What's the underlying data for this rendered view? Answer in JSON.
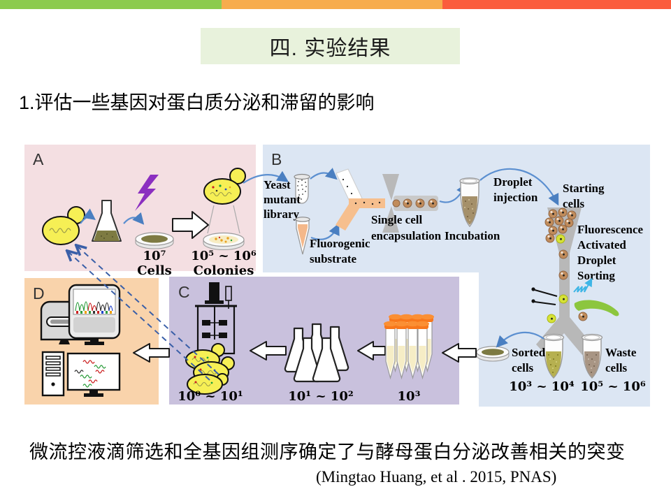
{
  "slide": {
    "title": "四. 实验结果",
    "subtitle": "1.评估一些基因对蛋白质分泌和滞留的影响",
    "caption": "微流控液滴筛选和全基因组测序确定了与酵母蛋白分泌改善相关的突变",
    "citation": "(Mingtao Huang, et al . 2015, PNAS)",
    "accent_colors": {
      "bar_green": "#8CCB4E",
      "bar_orange": "#F7AC4C",
      "bar_red": "#FB5D3D",
      "title_bg": "#E8F2DC"
    }
  },
  "figure": {
    "colors": {
      "panel_a": "#F4DFE2",
      "panel_b": "#DCE6F3",
      "panel_c": "#C9C1DD",
      "panel_d": "#F9D3AB",
      "yeast_yellow": "#F6EF55",
      "droplet_brown": "#C18C5B",
      "droplet_positive": "#D6E236",
      "arrow_blue": "#5B8FD0",
      "dashed_blue": "#3A5FA8",
      "laser_cyan": "#3DB5E6",
      "lightning_purple": "#8B2FC0",
      "cap_orange": "#F8771B"
    },
    "panels": {
      "a": {
        "letter": "A",
        "cells_value": "10⁷",
        "cells_label": "Cells",
        "colonies_value": "10⁵ ~ 10⁶",
        "colonies_label": "Colonies"
      },
      "b": {
        "letter": "B",
        "yeast_library": [
          "Yeast",
          "mutant",
          "library"
        ],
        "fluorogenic": [
          "Fluorogenic",
          "substrate"
        ],
        "encapsulation": [
          "Single cell",
          "encapsulation"
        ],
        "incubation": "Incubation",
        "droplet_injection": [
          "Droplet",
          "injection"
        ],
        "starting_cells": [
          "Starting",
          "cells"
        ],
        "fads": [
          "Fluorescence",
          "Activated",
          "Droplet",
          "Sorting"
        ],
        "sorted_cells": [
          "Sorted",
          "cells"
        ],
        "waste_cells": [
          "Waste",
          "cells"
        ],
        "sorted_value": "10³ ~ 10⁴",
        "waste_value": "10⁵ ~ 10⁶"
      },
      "c": {
        "letter": "C",
        "reactor_value": "10⁰ ~ 10¹",
        "flasks_value": "10¹ ~ 10²",
        "tubes_value": "10³"
      },
      "d": {
        "letter": "D"
      }
    }
  }
}
